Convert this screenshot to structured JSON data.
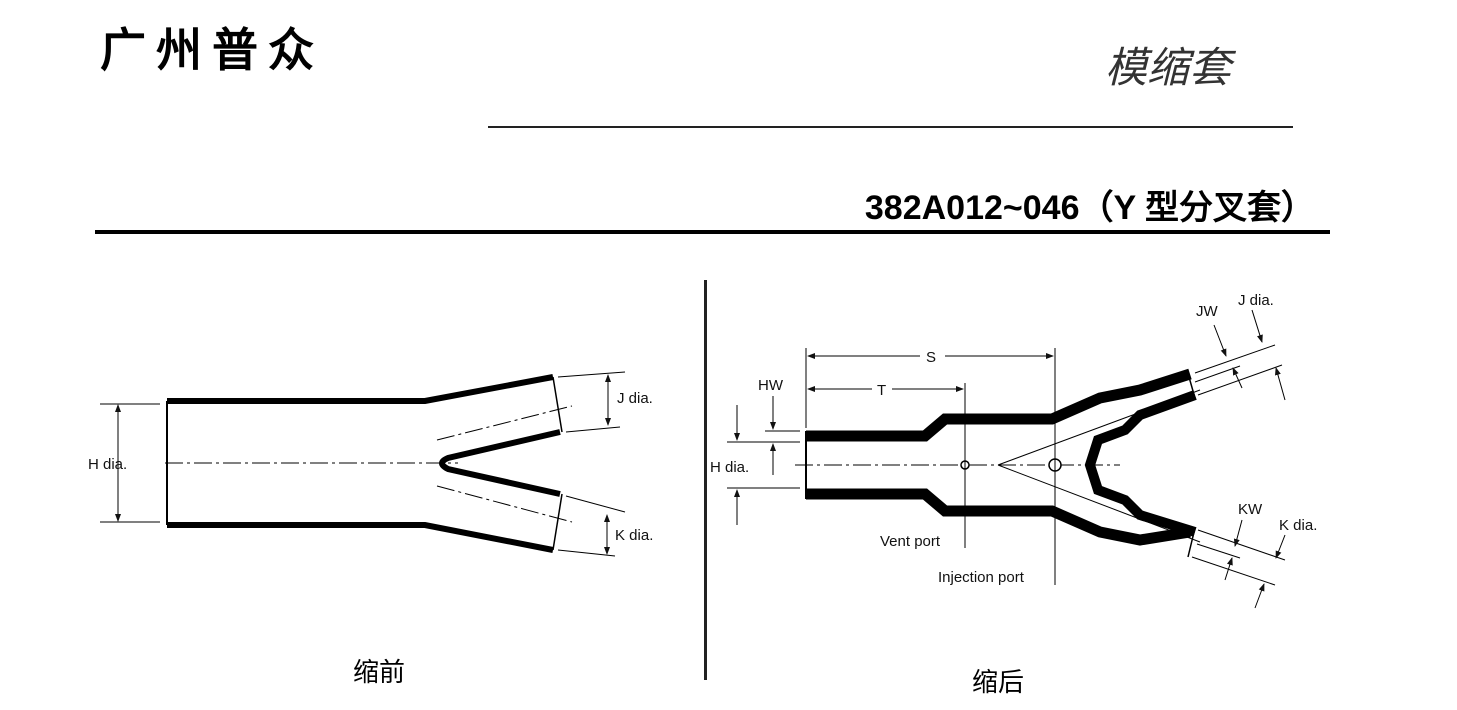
{
  "header": {
    "brand": "广州普众",
    "category": "模缩套"
  },
  "product": {
    "title": "382A012~046（Y 型分叉套）"
  },
  "before": {
    "caption": "缩前",
    "labels": {
      "h": "H dia.",
      "j": "J dia.",
      "k": "K dia."
    }
  },
  "after": {
    "caption": "缩后",
    "labels": {
      "s": "S",
      "t": "T",
      "hw": "HW",
      "h": "H dia.",
      "jw": "JW",
      "j": "J dia.",
      "kw": "KW",
      "k": "K dia.",
      "vent": "Vent port",
      "injection": "Injection port"
    }
  }
}
